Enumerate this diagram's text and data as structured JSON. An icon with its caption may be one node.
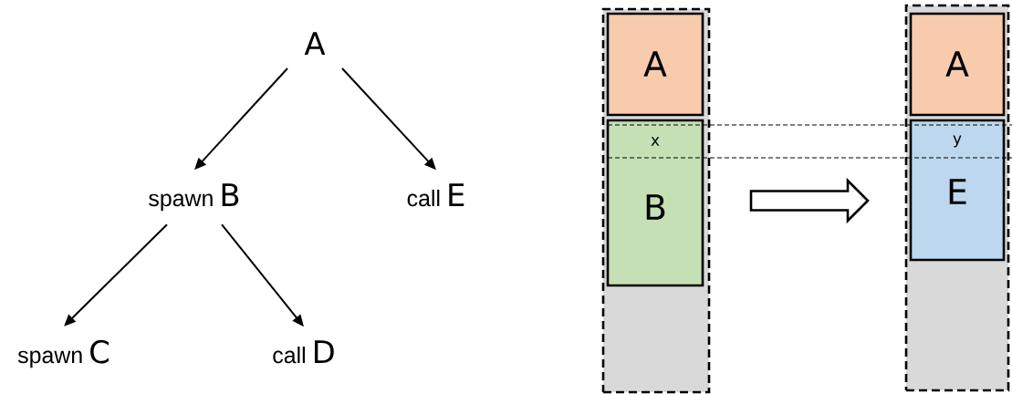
{
  "diagram": {
    "nodes": [
      {
        "text": [
          "A"
        ]
      },
      {
        "text": [
          "spawn",
          "B"
        ]
      },
      {
        "text": [
          "call",
          "E"
        ]
      },
      {
        "text": [
          "spawn",
          "C"
        ]
      },
      {
        "text": [
          "call",
          "D"
        ]
      },
      {
        "text": [],
        "shape": "box"
      },
      {
        "text": [
          "A"
        ],
        "in": 5
      },
      {
        "text": [
          "x",
          "B"
        ],
        "in": 5
      },
      {
        "text": [],
        "shape": "box"
      },
      {
        "text": [
          "A"
        ],
        "in": 8
      },
      {
        "text": [
          "y",
          "E"
        ],
        "in": 8
      }
    ],
    "edges": [
      {
        "from": 0,
        "to": 1,
        "arrow": "to"
      },
      {
        "from": 0,
        "to": 2,
        "arrow": "to"
      },
      {
        "from": 1,
        "to": 3,
        "arrow": "to"
      },
      {
        "from": 1,
        "to": 4,
        "arrow": "to"
      },
      {
        "from": 5,
        "to": 8,
        "arrow": "to",
        "style": "thick"
      }
    ]
  }
}
